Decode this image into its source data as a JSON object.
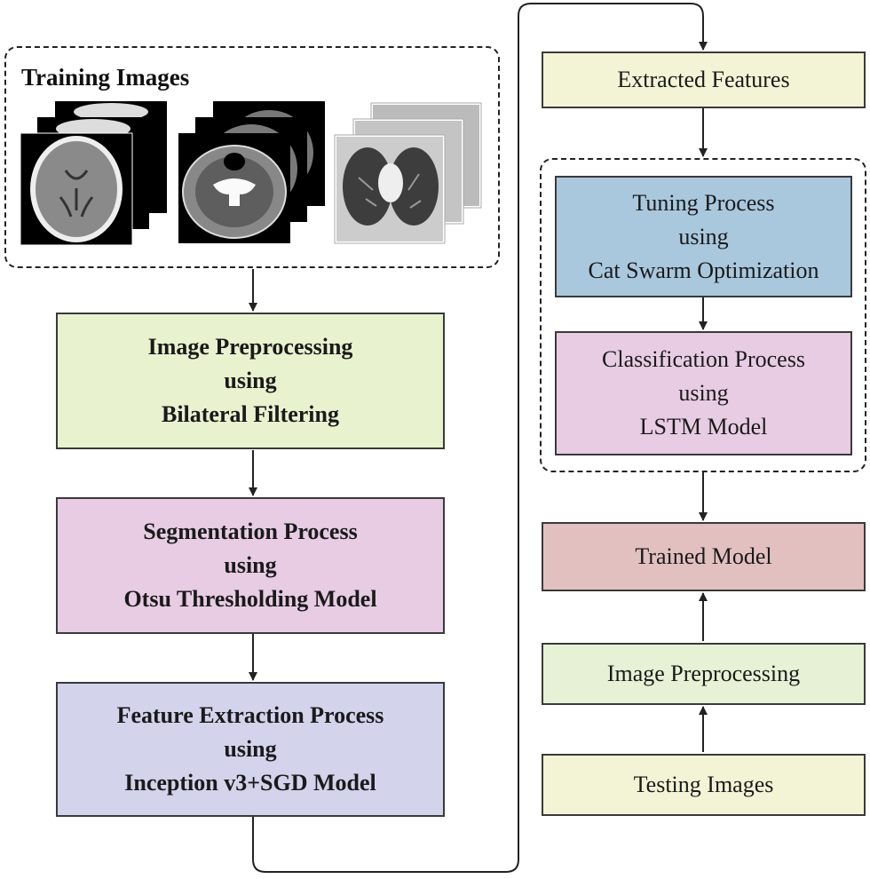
{
  "training": {
    "title": "Training Images"
  },
  "steps": {
    "preprocessing": [
      "Image Preprocessing",
      "using",
      "Bilateral Filtering"
    ],
    "segmentation": [
      "Segmentation Process",
      "using",
      "Otsu Thresholding Model"
    ],
    "feature_extraction": [
      "Feature Extraction Process",
      "using",
      "Inception v3+SGD Model"
    ],
    "extracted_features": "Extracted Features",
    "tuning": [
      "Tuning Process",
      "using",
      "Cat Swarm Optimization"
    ],
    "classification": [
      "Classification Process",
      "using",
      "LSTM Model"
    ],
    "trained_model": "Trained Model",
    "test_preprocessing": "Image Preprocessing",
    "testing_images": "Testing Images"
  },
  "colors": {
    "green": "#e8f2cf",
    "pink": "#e7cce4",
    "lavender": "#d3d3ec",
    "yellow": "#f2f4d5",
    "blue": "#a9c8de",
    "red": "#e2c0c0",
    "light_green": "#e6f1d5"
  },
  "icons": [
    "brain-ct-stack",
    "neck-ct-stack",
    "lung-ct-stack"
  ]
}
